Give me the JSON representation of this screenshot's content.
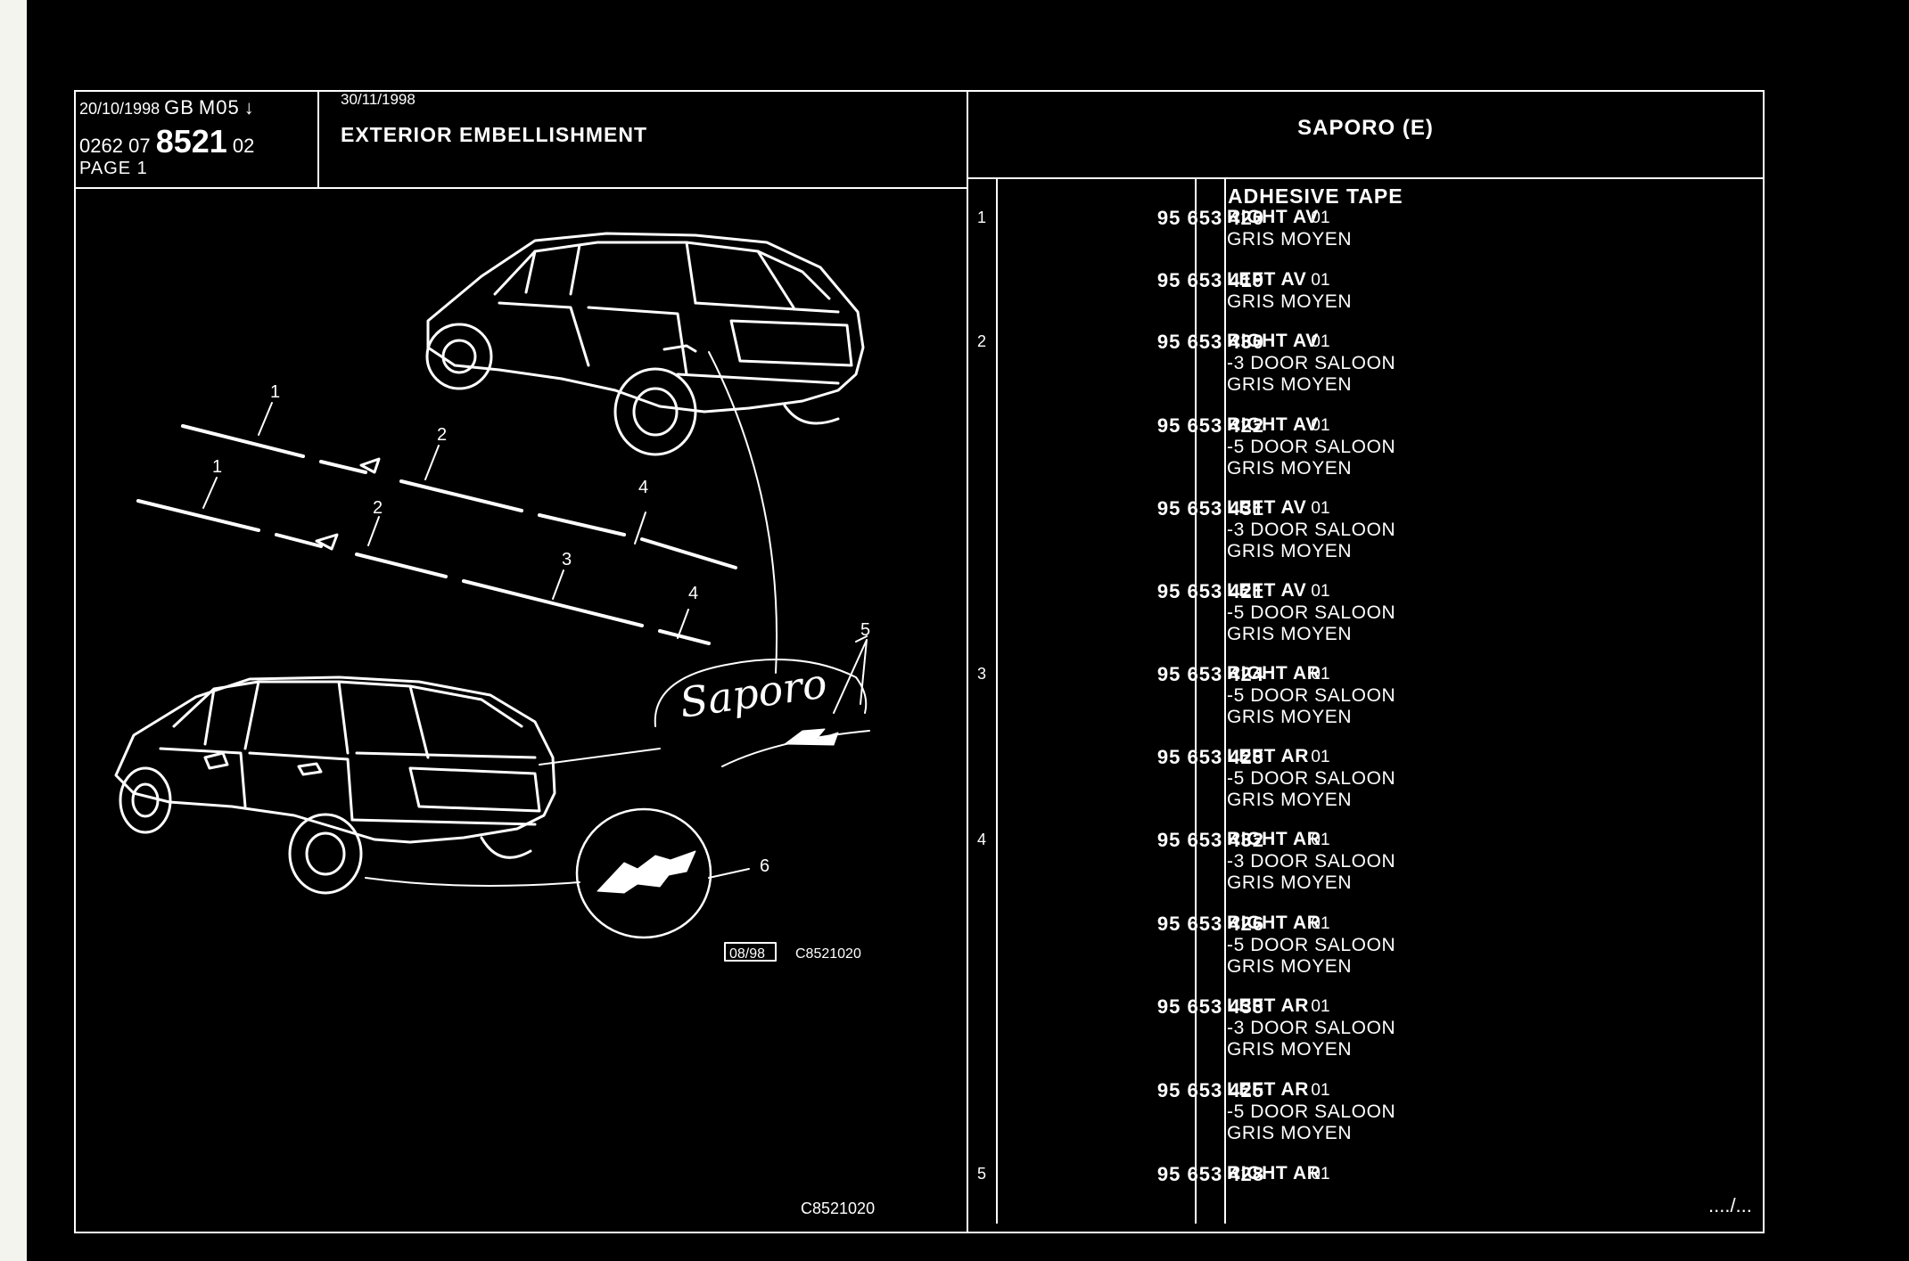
{
  "header": {
    "date_left": "20/10/1998",
    "lang": "GB",
    "model_code": "M05",
    "ref_a": "0262",
    "ref_b": "07",
    "ref_main": "8521",
    "ref_c": "02",
    "page": "PAGE 1",
    "date_mid": "30/11/1998",
    "section_title": "EXTERIOR EMBELLISHMENT",
    "vehicle_title": "SAPORO (E)"
  },
  "parts_table": {
    "title": "ADHESIVE TAPE",
    "rows": [
      {
        "ref": "1",
        "part": "95 653 420",
        "qty": "01",
        "desc": [
          "RIGHT AV",
          "GRIS MOYEN"
        ]
      },
      {
        "ref": "",
        "part": "95 653 419",
        "qty": "01",
        "desc": [
          "LEFT AV",
          "GRIS MOYEN"
        ]
      },
      {
        "ref": "2",
        "part": "95 653 430",
        "qty": "01",
        "desc": [
          "RIGHT AV",
          "-3 DOOR SALOON",
          "GRIS MOYEN"
        ]
      },
      {
        "ref": "",
        "part": "95 653 422",
        "qty": "01",
        "desc": [
          "RIGHT AV",
          "-5 DOOR SALOON",
          "GRIS MOYEN"
        ]
      },
      {
        "ref": "",
        "part": "95 653 431",
        "qty": "01",
        "desc": [
          "LEFT AV",
          "-3 DOOR SALOON",
          "GRIS MOYEN"
        ]
      },
      {
        "ref": "",
        "part": "95 653 421",
        "qty": "01",
        "desc": [
          "LEFT AV",
          "-5 DOOR SALOON",
          "GRIS MOYEN"
        ]
      },
      {
        "ref": "3",
        "part": "95 653 424",
        "qty": "01",
        "desc": [
          "RIGHT AR",
          "-5 DOOR SALOON",
          "GRIS MOYEN"
        ]
      },
      {
        "ref": "",
        "part": "95 653 423",
        "qty": "01",
        "desc": [
          "LEFT AR",
          "-5 DOOR SALOON",
          "GRIS MOYEN"
        ]
      },
      {
        "ref": "4",
        "part": "95 653 432",
        "qty": "01",
        "desc": [
          "RIGHT AR",
          "-3 DOOR SALOON",
          "GRIS MOYEN"
        ]
      },
      {
        "ref": "",
        "part": "95 653 426",
        "qty": "01",
        "desc": [
          "RIGHT AR",
          "-5 DOOR SALOON",
          "GRIS MOYEN"
        ]
      },
      {
        "ref": "",
        "part": "95 653 433",
        "qty": "01",
        "desc": [
          "LEFT AR",
          "-3 DOOR SALOON",
          "GRIS MOYEN"
        ]
      },
      {
        "ref": "",
        "part": "95 653 425",
        "qty": "01",
        "desc": [
          "LEFT AR",
          "-5 DOOR SALOON",
          "GRIS MOYEN"
        ]
      },
      {
        "ref": "5",
        "part": "95 653 428",
        "qty": "01",
        "desc": [
          "RIGHT AR"
        ]
      }
    ]
  },
  "illustration": {
    "callouts": [
      "1",
      "1",
      "2",
      "2",
      "3",
      "4",
      "4",
      "5",
      "6"
    ],
    "script_logo": "Saporo",
    "stamp_date": "08/98",
    "stamp_code": "C8521020",
    "figure_code": "C8521020"
  },
  "continuation": "..../..."
}
